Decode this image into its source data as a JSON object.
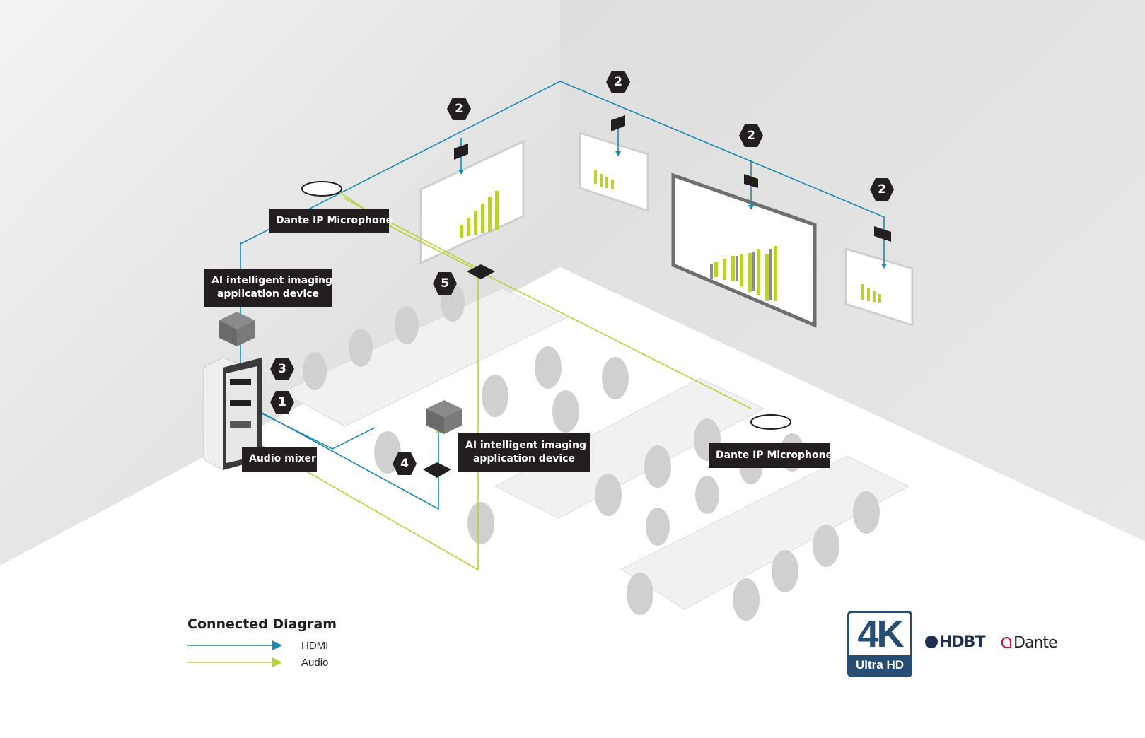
{
  "labels": {
    "mic_top": "Dante IP Microphone",
    "mic_right": "Dante IP Microphone",
    "ai_top_line1": "AI intelligent imaging",
    "ai_top_line2": "application device",
    "ai_center_line1": "AI intelligent imaging",
    "ai_center_line2": "application device",
    "audio_mixer": "Audio mixer"
  },
  "badges": {
    "b1": "1",
    "b2a": "2",
    "b2b": "2",
    "b2c": "2",
    "b2d": "2",
    "b3": "3",
    "b4": "4",
    "b5": "5"
  },
  "legend": {
    "title": "Connected Diagram",
    "hdmi": "HDMI",
    "audio": "Audio"
  },
  "logos": {
    "k4_big": "4K",
    "k4_small": "Ultra HD",
    "hdbt": "HDBT",
    "dante": "Dante"
  },
  "colors": {
    "hdmi": "#1a8ab3",
    "audio": "#b6d335",
    "label_bg": "#231f20"
  }
}
